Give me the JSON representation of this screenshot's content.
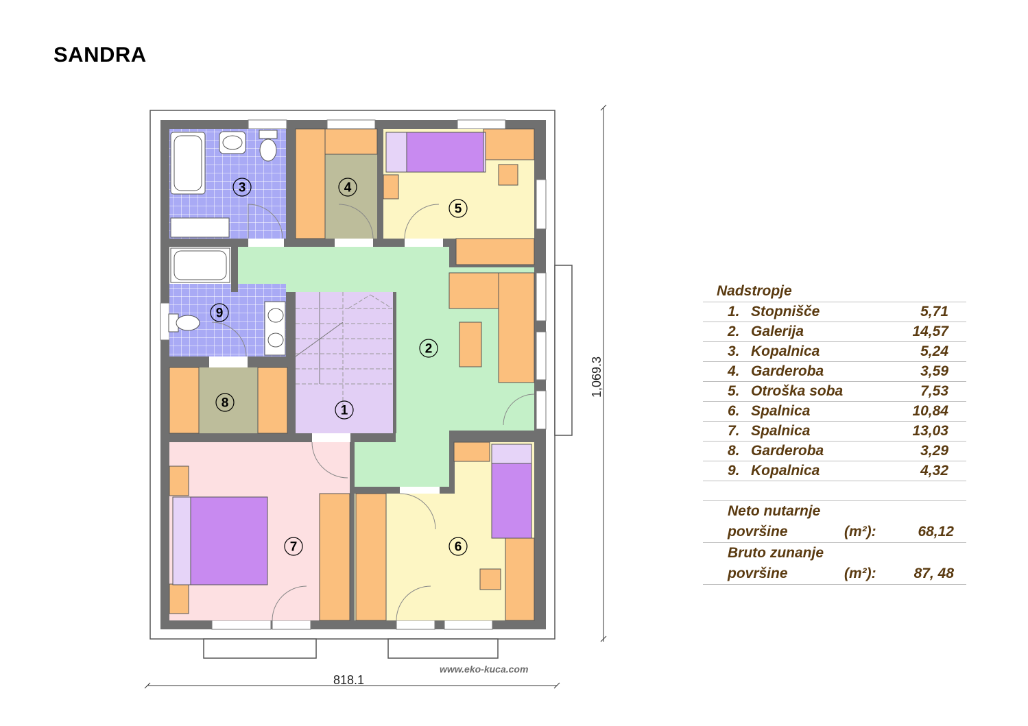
{
  "title": "SANDRA",
  "website": "www.eko-kuca.com",
  "dimensions": {
    "width": "818.1",
    "height": "1,069.3"
  },
  "legend": {
    "heading": "Nadstropje",
    "rooms": [
      {
        "num": "1.",
        "name": "Stopnišče",
        "area": "5,71"
      },
      {
        "num": "2.",
        "name": "Galerija",
        "area": "14,57"
      },
      {
        "num": "3.",
        "name": "Kopalnica",
        "area": "5,24"
      },
      {
        "num": "4.",
        "name": "Garderoba",
        "area": "3,59"
      },
      {
        "num": "5.",
        "name": "Otroška soba",
        "area": "7,53"
      },
      {
        "num": "6.",
        "name": "Spalnica",
        "area": "10,84"
      },
      {
        "num": "7.",
        "name": "Spalnica",
        "area": "13,03"
      },
      {
        "num": "8.",
        "name": "Garderoba",
        "area": "3,29"
      },
      {
        "num": "9.",
        "name": "Kopalnica",
        "area": "4,32"
      }
    ],
    "neto": {
      "label": "Neto nutarnje\npovršine",
      "unit": "(m²):",
      "value": "68,12"
    },
    "bruto": {
      "label": "Bruto zunanje\npovršine",
      "unit": "(m²):",
      "value": "87, 48"
    }
  },
  "room_numbers": [
    "1",
    "2",
    "3",
    "4",
    "5",
    "6",
    "7",
    "8",
    "9"
  ],
  "colors": {
    "wall": "#707070",
    "bathroom": "#a8a8f5",
    "wardrobe": "#bcbc9a",
    "child_room": "#fdf6c4",
    "gallery": "#c4f0c8",
    "stairs": "#e2cff5",
    "bedroom7": "#fde0e2",
    "bedroom6": "#fdf6c4",
    "furniture": "#fbbf7d",
    "bed": "#c88af0"
  }
}
